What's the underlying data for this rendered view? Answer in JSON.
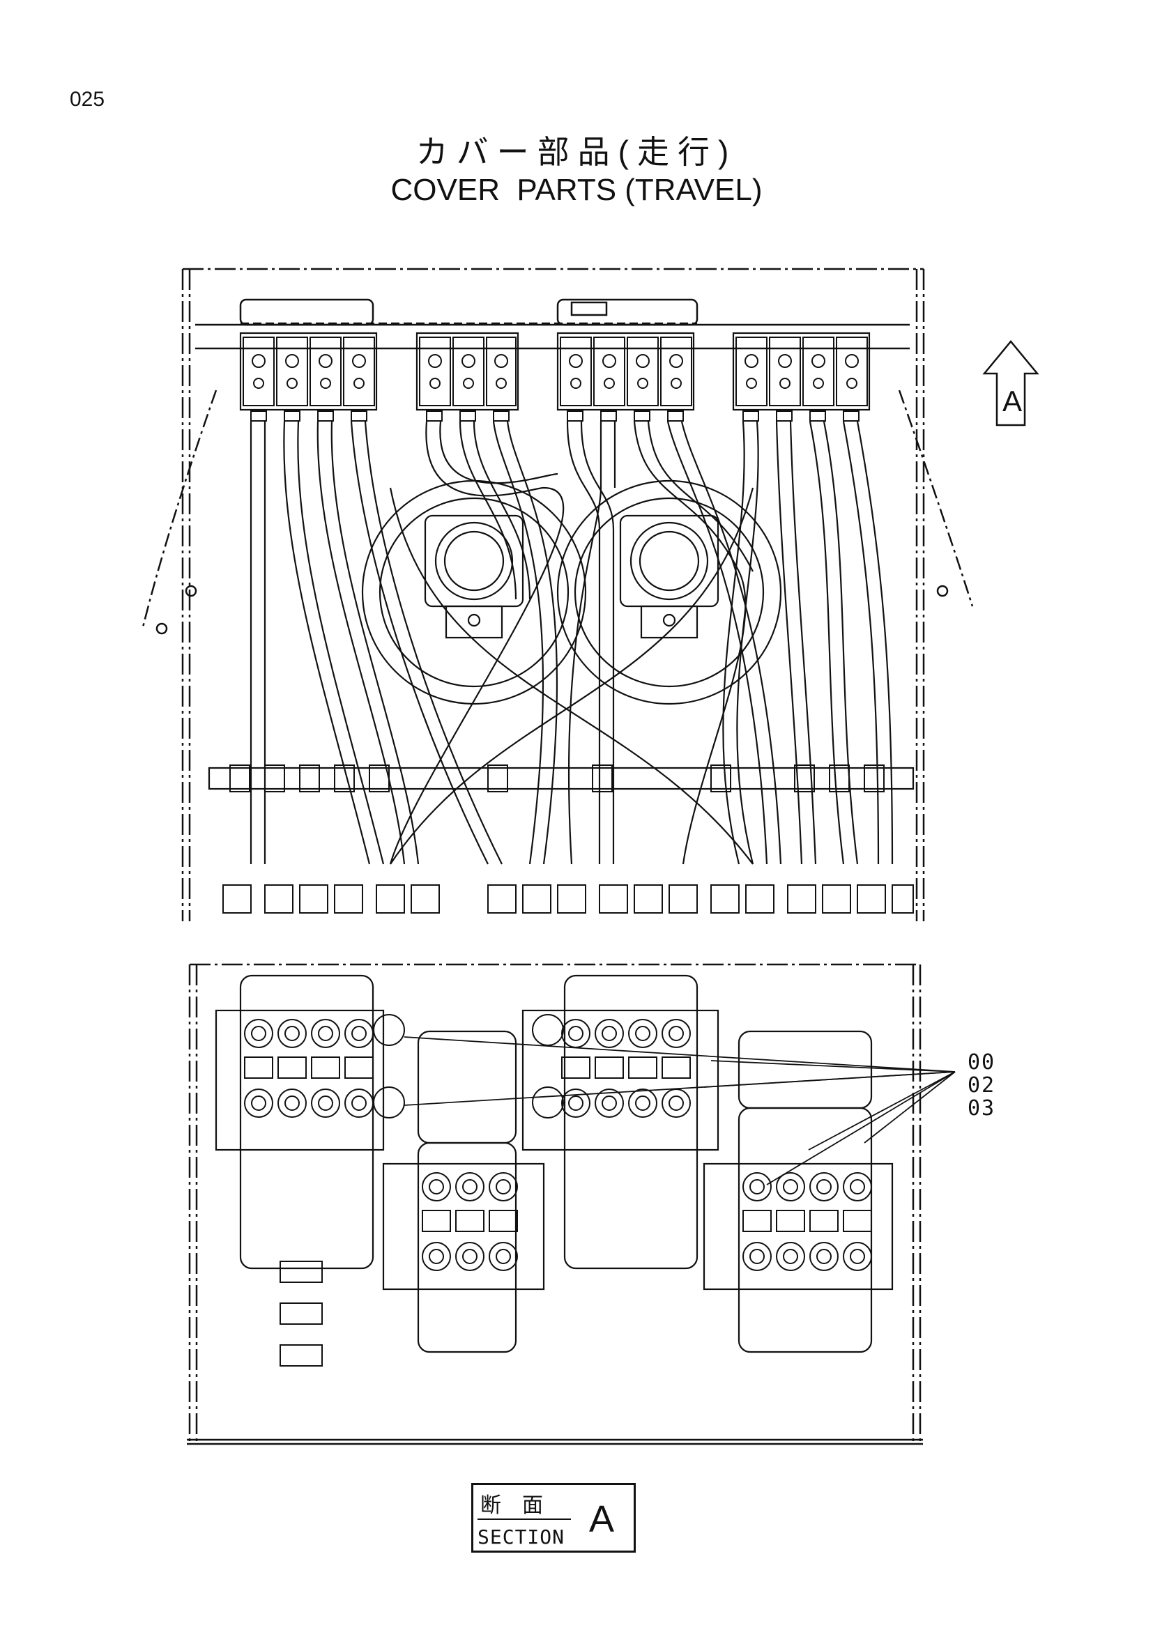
{
  "page": {
    "number": "025"
  },
  "title": {
    "japanese": "カバー部品(走行)",
    "english": "COVER  PARTS (TRAVEL)"
  },
  "view_marker": {
    "letter": "A"
  },
  "callouts": [
    "00",
    "02",
    "03"
  ],
  "section_label": {
    "japanese": "断面",
    "english": "SECTION",
    "letter": "A"
  }
}
